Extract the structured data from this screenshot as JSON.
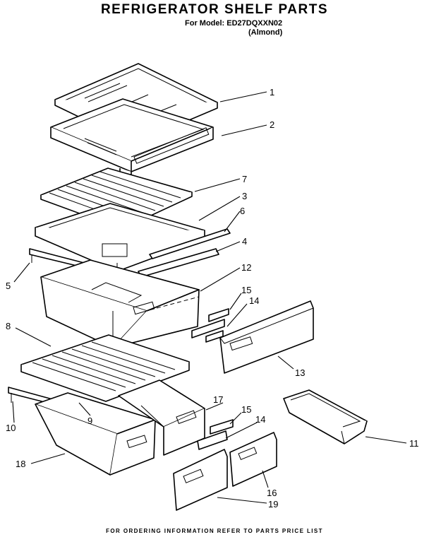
{
  "diagram": {
    "title": "REFRIGERATOR SHELF PARTS",
    "model_line": "For Model: ED27DQXXN02",
    "variant": "(Almond)",
    "footer": "FOR ORDERING INFORMATION REFER TO PARTS PRICE LIST"
  },
  "callouts": [
    {
      "id": "c1",
      "label": "1"
    },
    {
      "id": "c2",
      "label": "2"
    },
    {
      "id": "c7",
      "label": "7"
    },
    {
      "id": "c3",
      "label": "3"
    },
    {
      "id": "c6",
      "label": "6"
    },
    {
      "id": "c4",
      "label": "4"
    },
    {
      "id": "c5",
      "label": "5"
    },
    {
      "id": "c12",
      "label": "12"
    },
    {
      "id": "c15a",
      "label": "15"
    },
    {
      "id": "c14a",
      "label": "14"
    },
    {
      "id": "c8",
      "label": "8"
    },
    {
      "id": "c13",
      "label": "13"
    },
    {
      "id": "c10",
      "label": "10"
    },
    {
      "id": "c9",
      "label": "9"
    },
    {
      "id": "c17",
      "label": "17"
    },
    {
      "id": "c15b",
      "label": "15"
    },
    {
      "id": "c14b",
      "label": "14"
    },
    {
      "id": "c11",
      "label": "11"
    },
    {
      "id": "c18",
      "label": "18"
    },
    {
      "id": "c16",
      "label": "16"
    },
    {
      "id": "c19",
      "label": "19"
    }
  ]
}
